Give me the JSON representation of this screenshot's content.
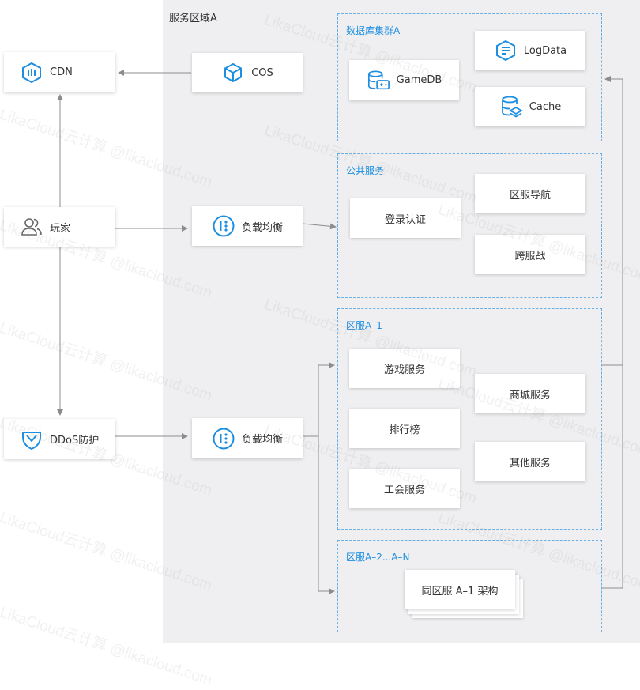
{
  "region": {
    "title": "服务区域A"
  },
  "left": {
    "cdn": "CDN",
    "player": "玩家",
    "ddos": "DDoS防护"
  },
  "middle": {
    "cos": "COS",
    "lb1": "负载均衡",
    "lb2": "负载均衡"
  },
  "groups": {
    "db": {
      "title": "数据库集群A",
      "gamedb": "GameDB",
      "logdata": "LogData",
      "cache": "Cache"
    },
    "public": {
      "title": "公共服务",
      "login": "登录认证",
      "nav": "区服导航",
      "cross": "跨服战"
    },
    "zone1": {
      "title": "区服A–1",
      "game": "游戏服务",
      "rank": "排行榜",
      "guild": "工会服务",
      "shop": "商城服务",
      "other": "其他服务"
    },
    "zone2": {
      "title": "区服A–2...A–N",
      "arch": "同区服 A–1 架构"
    }
  },
  "watermark": "LikaCloud云计算 @likacloud.com",
  "colors": {
    "accent": "#1e8fe0",
    "dashed": "#6ab0e6",
    "region": "#efeff1",
    "line": "#8c8c8c"
  }
}
